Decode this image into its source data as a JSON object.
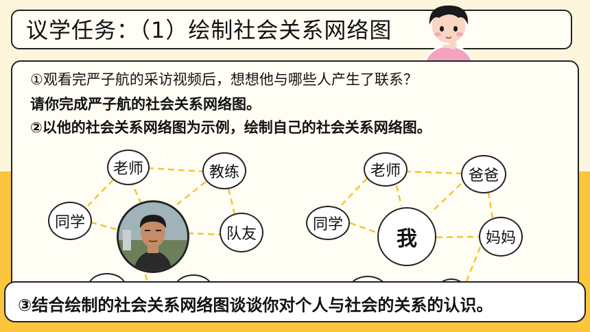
{
  "title": "议学任务：（1）绘制社会关系网络图",
  "instructions": {
    "line1": "①观看完严子航的采访视频后，想想他与哪些人产生了联系？",
    "line2": "请你完成严子航的社会关系网络图。",
    "line3": "②以他的社会关系网络图为示例，绘制自己的社会关系网络图。"
  },
  "network_left": {
    "teacher": "老师",
    "coach": "教练",
    "classmate": "同学",
    "teammate": "队友"
  },
  "network_right": {
    "center": "我",
    "teacher": "老师",
    "dad": "爸爸",
    "classmate": "同学",
    "mom": "妈妈"
  },
  "footer": "③结合绘制的社会关系网络图谈谈你对个人与社会的关系的认识。",
  "colors": {
    "accent_yellow": "#fbc53c",
    "dash": "#f4c430",
    "border": "#222222"
  }
}
